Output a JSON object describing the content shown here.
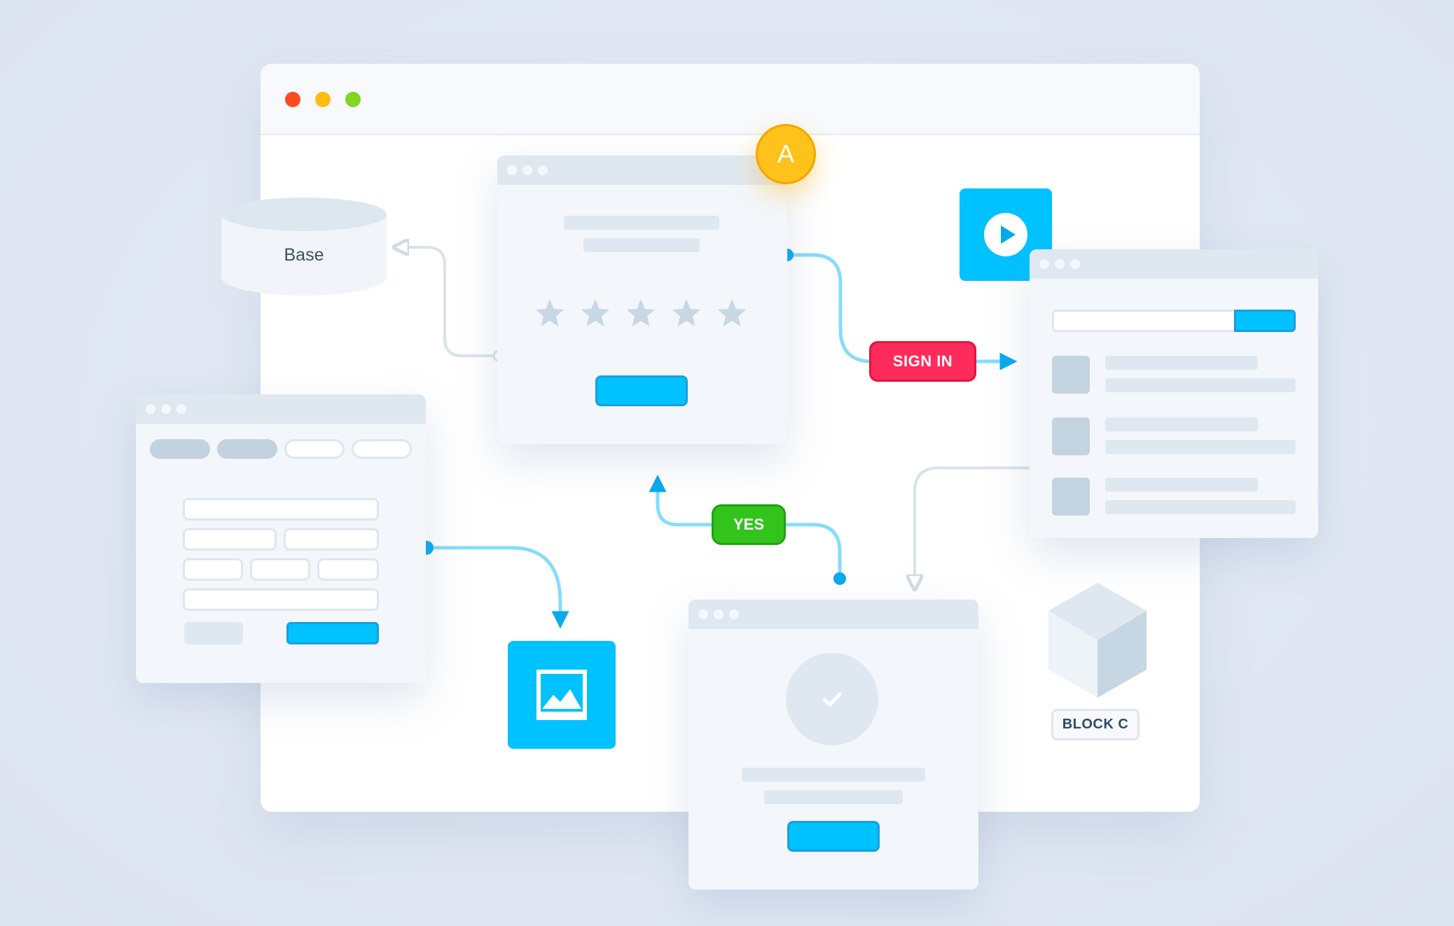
{
  "nodes": {
    "database_label": "Base",
    "avatar_letter": "A",
    "sign_in_label": "SIGN IN",
    "yes_label": "YES",
    "block_c_label": "BLOCK C"
  },
  "rating": {
    "stars": 5
  },
  "colors": {
    "accent_blue": "#00c2ff",
    "sign_in_red": "#ff2b5a",
    "yes_green": "#33c41c",
    "avatar_yellow": "#ffc21a",
    "connector_blue": "#0aa9ee",
    "window_red": "#ff4a1f",
    "window_yellow": "#ffbd12",
    "window_green": "#7fd71f"
  },
  "icons": [
    "window-close-dot",
    "window-minimize-dot",
    "window-maximize-dot",
    "database-icon",
    "star-icon",
    "play-icon",
    "image-icon",
    "checkmark-icon",
    "cube-icon",
    "arrow-icon"
  ]
}
